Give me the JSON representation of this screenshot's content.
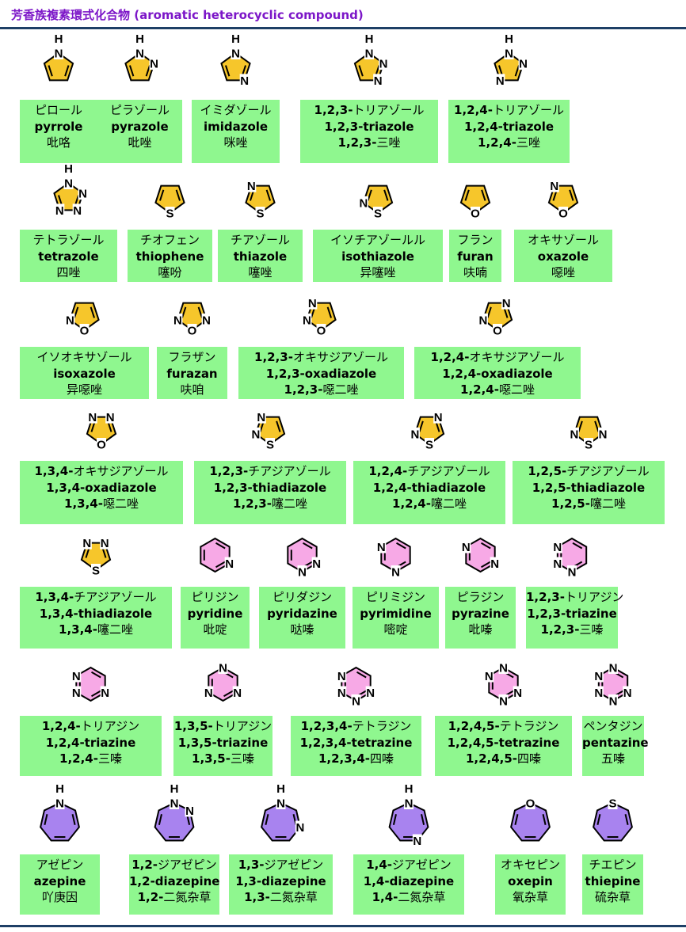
{
  "title": "芳香族複素環式化合物 (aromatic heterocyclic compound)",
  "colors": {
    "title": "#7c16c8",
    "rule": "#1e3f66",
    "box": "#8ff78f",
    "five_ring": "#f6c62b",
    "six_ring": "#f7a9e6",
    "seven_ring": "#a883ef"
  },
  "compounds": [
    {
      "id": "pyrrole",
      "pre": "",
      "jp": "ピロール",
      "en": "pyrrole",
      "cn": "吡咯",
      "ring": 5,
      "atoms": [
        "NH",
        "",
        "",
        "",
        ""
      ]
    },
    {
      "id": "pyrazole",
      "pre": "",
      "jp": "ピラゾール",
      "en": "pyrazole",
      "cn": "吡唑",
      "ring": 5,
      "atoms": [
        "NH",
        "N",
        "",
        "",
        ""
      ]
    },
    {
      "id": "imidazole",
      "pre": "",
      "jp": "イミダゾール",
      "en": "imidazole",
      "cn": "咪唑",
      "ring": 5,
      "atoms": [
        "NH",
        "",
        "N",
        "",
        ""
      ]
    },
    {
      "id": "123-triazole",
      "pre": "1,2,3-",
      "jp": "トリアゾール",
      "en": "1,2,3-triazole",
      "cn": "三唑",
      "ring": 5,
      "atoms": [
        "NH",
        "N",
        "N",
        "",
        ""
      ]
    },
    {
      "id": "124-triazole",
      "pre": "1,2,4-",
      "jp": "トリアゾール",
      "en": "1,2,4-triazole",
      "cn": "三唑",
      "ring": 5,
      "atoms": [
        "NH",
        "N",
        "",
        "N",
        ""
      ]
    },
    {
      "id": "tetrazole",
      "pre": "",
      "jp": "テトラゾール",
      "en": "tetrazole",
      "cn": "四唑",
      "ring": 5,
      "atoms": [
        "NH",
        "N",
        "N",
        "N",
        ""
      ]
    },
    {
      "id": "thiophene",
      "pre": "",
      "jp": "チオフェン",
      "en": "thiophene",
      "cn": "噻吩",
      "ring": 5,
      "atoms": [
        "S",
        "",
        "",
        "",
        ""
      ]
    },
    {
      "id": "thiazole",
      "pre": "",
      "jp": "チアゾール",
      "en": "thiazole",
      "cn": "噻唑",
      "ring": 5,
      "atoms": [
        "S",
        "",
        "N",
        "",
        ""
      ]
    },
    {
      "id": "isothiazole",
      "pre": "",
      "jp": "イソチアゾールル",
      "en": "isothiazole",
      "cn": "异噻唑",
      "ring": 5,
      "atoms": [
        "S",
        "N",
        "",
        "",
        ""
      ]
    },
    {
      "id": "furan",
      "pre": "",
      "jp": "フラン",
      "en": "furan",
      "cn": "呋喃",
      "ring": 5,
      "atoms": [
        "O",
        "",
        "",
        "",
        ""
      ]
    },
    {
      "id": "oxazole",
      "pre": "",
      "jp": "オキサゾール",
      "en": "oxazole",
      "cn": "噁唑",
      "ring": 5,
      "atoms": [
        "O",
        "",
        "N",
        "",
        ""
      ]
    },
    {
      "id": "isoxazole",
      "pre": "",
      "jp": "イソオキサゾール",
      "en": "isoxazole",
      "cn": "异噁唑",
      "ring": 5,
      "atoms": [
        "O",
        "N",
        "",
        "",
        ""
      ]
    },
    {
      "id": "furazan",
      "pre": "",
      "jp": "フラザン",
      "en": "furazan",
      "cn": "呋咱",
      "ring": 5,
      "atoms": [
        "O",
        "N",
        "",
        "",
        "N"
      ]
    },
    {
      "id": "123-oxadiazole",
      "pre": "1,2,3-",
      "jp": "オキサジアゾール",
      "en": "1,2,3-oxadiazole",
      "cn": "噁二唑",
      "ring": 5,
      "atoms": [
        "O",
        "N",
        "N",
        "",
        ""
      ]
    },
    {
      "id": "124-oxadiazole",
      "pre": "1,2,4-",
      "jp": "オキサジアゾール",
      "en": "1,2,4-oxadiazole",
      "cn": "噁二唑",
      "ring": 5,
      "atoms": [
        "O",
        "N",
        "",
        "N",
        ""
      ]
    },
    {
      "id": "134-oxadiazole",
      "pre": "1,3,4-",
      "jp": "オキサジアゾール",
      "en": "1,3,4-oxadiazole",
      "cn": "噁二唑",
      "ring": 5,
      "atoms": [
        "O",
        "",
        "N",
        "N",
        ""
      ]
    },
    {
      "id": "123-thiadiazole",
      "pre": "1,2,3-",
      "jp": "チアジアゾール",
      "en": "1,2,3-thiadiazole",
      "cn": "噻二唑",
      "ring": 5,
      "atoms": [
        "S",
        "N",
        "N",
        "",
        ""
      ]
    },
    {
      "id": "124-thiadiazole",
      "pre": "1,2,4-",
      "jp": "チアジアゾール",
      "en": "1,2,4-thiadiazole",
      "cn": "噻二唑",
      "ring": 5,
      "atoms": [
        "S",
        "N",
        "",
        "N",
        ""
      ]
    },
    {
      "id": "125-thiadiazole",
      "pre": "1,2,5-",
      "jp": "チアジアゾール",
      "en": "1,2,5-thiadiazole",
      "cn": "噻二唑",
      "ring": 5,
      "atoms": [
        "S",
        "N",
        "",
        "",
        "N"
      ]
    },
    {
      "id": "134-thiadiazole",
      "pre": "1,3,4-",
      "jp": "チアジアゾール",
      "en": "1,3,4-thiadiazole",
      "cn": "噻二唑",
      "ring": 5,
      "atoms": [
        "S",
        "",
        "N",
        "N",
        ""
      ]
    },
    {
      "id": "pyridine",
      "pre": "",
      "jp": "ピリジン",
      "en": "pyridine",
      "cn": "吡啶",
      "ring": 6,
      "atoms": [
        "N",
        "",
        "",
        "",
        "",
        ""
      ]
    },
    {
      "id": "pyridazine",
      "pre": "",
      "jp": "ピリダジン",
      "en": "pyridazine",
      "cn": "哒嗪",
      "ring": 6,
      "atoms": [
        "N",
        "N",
        "",
        "",
        "",
        ""
      ]
    },
    {
      "id": "pyrimidine",
      "pre": "",
      "jp": "ピリミジン",
      "en": "pyrimidine",
      "cn": "嘧啶",
      "ring": 6,
      "atoms": [
        "",
        "N",
        "",
        "N",
        "",
        ""
      ]
    },
    {
      "id": "pyrazine",
      "pre": "",
      "jp": "ピラジン",
      "en": "pyrazine",
      "cn": "吡嗪",
      "ring": 6,
      "atoms": [
        "N",
        "",
        "",
        "N",
        "",
        ""
      ]
    },
    {
      "id": "123-triazine",
      "pre": "1,2,3-",
      "jp": "トリアジン",
      "en": "1,2,3-triazine",
      "cn": "三嗪",
      "ring": 6,
      "atoms": [
        "",
        "N",
        "N",
        "N",
        "",
        ""
      ]
    },
    {
      "id": "124-triazine",
      "pre": "1,2,4-",
      "jp": "トリアジン",
      "en": "1,2,4-triazine",
      "cn": "三嗪",
      "ring": 6,
      "atoms": [
        "N",
        "",
        "N",
        "N",
        "",
        ""
      ]
    },
    {
      "id": "135-triazine",
      "pre": "1,3,5-",
      "jp": "トリアジン",
      "en": "1,3,5-triazine",
      "cn": "三嗪",
      "ring": 6,
      "atoms": [
        "N",
        "",
        "N",
        "",
        "N",
        ""
      ]
    },
    {
      "id": "1234-tetrazine",
      "pre": "1,2,3,4-",
      "jp": "テトラジン",
      "en": "1,2,3,4-tetrazine",
      "cn": "四嗪",
      "ring": 6,
      "atoms": [
        "N",
        "N",
        "N",
        "N",
        "",
        ""
      ]
    },
    {
      "id": "1245-tetrazine",
      "pre": "1,2,4,5-",
      "jp": "テトラジン",
      "en": "1,2,4,5-tetrazine",
      "cn": "四嗪",
      "ring": 6,
      "atoms": [
        "N",
        "N",
        "",
        "N",
        "N",
        ""
      ]
    },
    {
      "id": "pentazine",
      "pre": "",
      "jp": "ペンタジン",
      "en": "pentazine",
      "cn": "五嗪",
      "ring": 6,
      "atoms": [
        "N",
        "N",
        "N",
        "N",
        "N",
        ""
      ]
    },
    {
      "id": "azepine",
      "pre": "",
      "jp": "アゼピン",
      "en": "azepine",
      "cn": "吖庚因",
      "ring": 7,
      "atoms": [
        "NH",
        "",
        "",
        "",
        "",
        "",
        ""
      ]
    },
    {
      "id": "12-diazepine",
      "pre": "1,2-",
      "jp": "ジアゼピン",
      "en": "1,2-diazepine",
      "cn": "二氮杂草",
      "ring": 7,
      "atoms": [
        "NH",
        "N",
        "",
        "",
        "",
        "",
        ""
      ]
    },
    {
      "id": "13-diazepine",
      "pre": "1,3-",
      "jp": "ジアゼピン",
      "en": "1,3-diazepine",
      "cn": "二氮杂草",
      "ring": 7,
      "atoms": [
        "NH",
        "",
        "N",
        "",
        "",
        "",
        ""
      ]
    },
    {
      "id": "14-diazepine",
      "pre": "1,4-",
      "jp": "ジアゼピン",
      "en": "1,4-diazepine",
      "cn": "二氮杂草",
      "ring": 7,
      "atoms": [
        "NH",
        "",
        "",
        "N",
        "",
        "",
        ""
      ]
    },
    {
      "id": "oxepin",
      "pre": "",
      "jp": "オキセピン",
      "en": "oxepin",
      "cn": "氧杂草",
      "ring": 7,
      "atoms": [
        "O",
        "",
        "",
        "",
        "",
        "",
        ""
      ]
    },
    {
      "id": "thiepine",
      "pre": "",
      "jp": "チエピン",
      "en": "thiepine",
      "cn": "硫杂草",
      "ring": 7,
      "atoms": [
        "S",
        "",
        "",
        "",
        "",
        "",
        ""
      ]
    }
  ]
}
